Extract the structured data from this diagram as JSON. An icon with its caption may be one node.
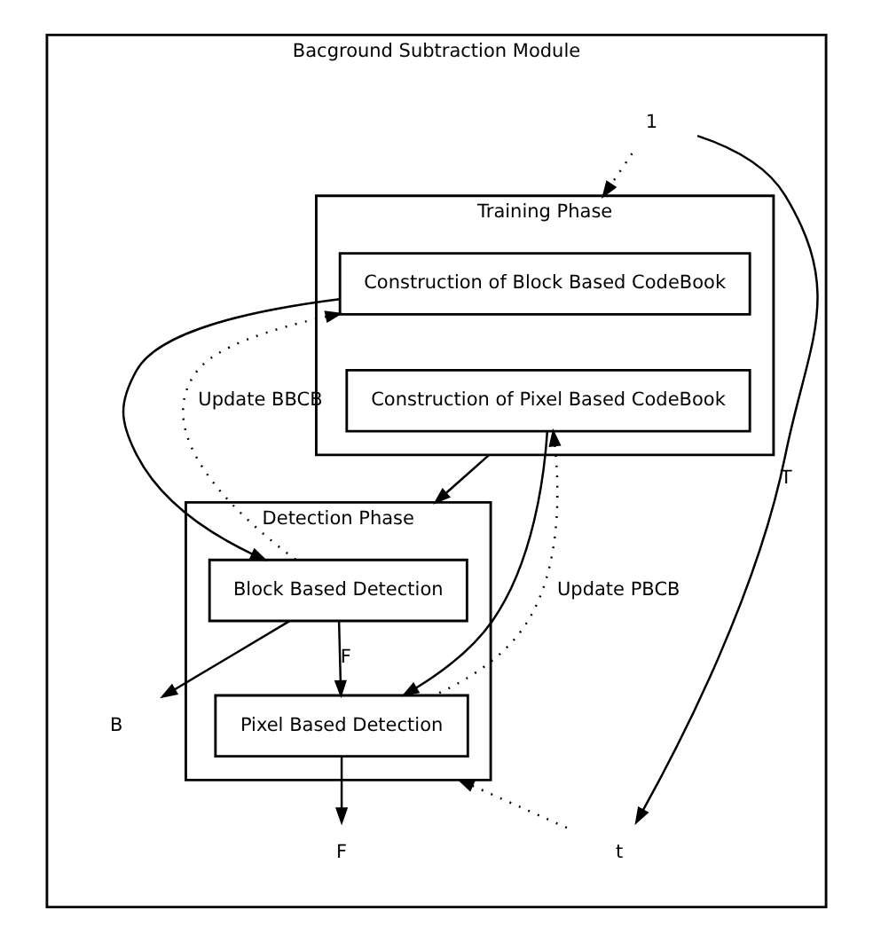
{
  "diagram": {
    "nodes": [
      {
        "text": [
          "Bacground Subtraction Module"
        ]
      },
      {
        "text": [
          "1"
        ],
        "in": 0
      },
      {
        "text": [
          "Training Phase"
        ],
        "in": 0
      },
      {
        "text": [
          "Construction of Block Based CodeBook"
        ],
        "in": 2
      },
      {
        "text": [
          "Construction of Pixel Based CodeBook"
        ],
        "in": 2
      },
      {
        "text": [
          "Detection Phase"
        ],
        "in": 0
      },
      {
        "text": [
          "Block Based Detection"
        ],
        "in": 5
      },
      {
        "text": [
          "Pixel Based Detection"
        ],
        "in": 5
      },
      {
        "text": [
          "t"
        ],
        "in": 0
      },
      {
        "text": [
          "B"
        ],
        "in": 0
      },
      {
        "text": [
          "F"
        ],
        "in": 0
      }
    ],
    "edges": [
      {
        "from": 1,
        "to": 8,
        "arrow": "to",
        "label": "T"
      },
      {
        "from": 1,
        "to": 2,
        "arrow": "to",
        "style": "dashed"
      },
      {
        "from": 8,
        "to": 5,
        "arrow": "to",
        "style": "dashed"
      },
      {
        "from": 3,
        "to": 6,
        "arrow": "to"
      },
      {
        "from": 4,
        "to": 7,
        "arrow": "to"
      },
      {
        "from": 2,
        "to": 5,
        "arrow": "to"
      },
      {
        "from": 6,
        "to": 7,
        "arrow": "to",
        "label": "F"
      },
      {
        "from": 6,
        "to": 9,
        "arrow": "to"
      },
      {
        "from": 7,
        "to": 10,
        "arrow": "to"
      },
      {
        "from": 6,
        "to": 3,
        "arrow": "to",
        "style": "dashed",
        "label": "Update BBCB"
      },
      {
        "from": 7,
        "to": 4,
        "arrow": "to",
        "style": "dashed",
        "label": "Update PBCB"
      }
    ]
  }
}
